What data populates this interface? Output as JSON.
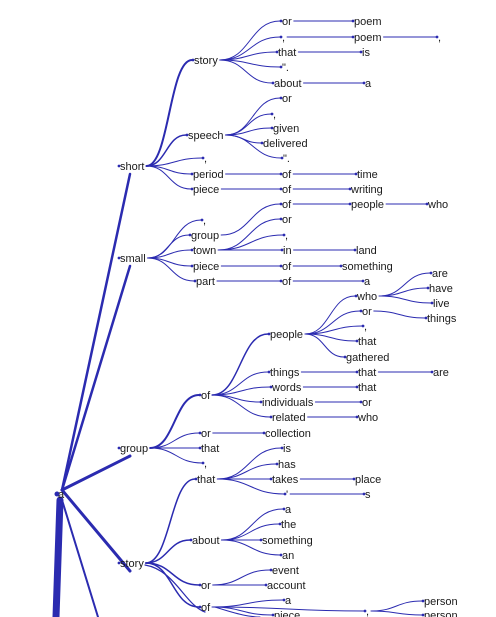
{
  "tree": {
    "edge_color": "#2b2bb0",
    "label_color": "#1a1a1a",
    "nodes": [
      {
        "id": "a",
        "label": "a",
        "parent": null,
        "w": 9
      },
      {
        "id": "short",
        "label": "short",
        "parent": "a",
        "w": 2.5
      },
      {
        "id": "small",
        "label": "small",
        "parent": "a",
        "w": 2.5
      },
      {
        "id": "group",
        "label": "group",
        "parent": "a",
        "w": 3
      },
      {
        "id": "story2",
        "label": "story",
        "parent": "a",
        "w": 3
      },
      {
        "id": "story1",
        "label": "story",
        "parent": "short",
        "w": 2
      },
      {
        "id": "speech",
        "label": "speech",
        "parent": "short",
        "w": 1.5
      },
      {
        "id": "short_comma",
        "label": ",",
        "parent": "short",
        "w": 1
      },
      {
        "id": "period",
        "label": "period",
        "parent": "short",
        "w": 1
      },
      {
        "id": "piece1",
        "label": "piece",
        "parent": "short",
        "w": 1
      },
      {
        "id": "s1_or",
        "label": "or",
        "parent": "story1",
        "w": 1
      },
      {
        "id": "s1_or_poem",
        "label": "poem",
        "parent": "s1_or",
        "w": 1
      },
      {
        "id": "s1_comma",
        "label": ",",
        "parent": "story1",
        "w": 1
      },
      {
        "id": "s1_comma_poem",
        "label": "poem",
        "parent": "s1_comma",
        "w": 1
      },
      {
        "id": "s1_comma_poem_comma",
        "label": ",",
        "parent": "s1_comma_poem",
        "w": 1
      },
      {
        "id": "s1_that",
        "label": "that",
        "parent": "story1",
        "w": 1
      },
      {
        "id": "s1_that_is",
        "label": "is",
        "parent": "s1_that",
        "w": 1
      },
      {
        "id": "s1_quote",
        "label": "\".",
        "parent": "story1",
        "w": 1
      },
      {
        "id": "s1_about",
        "label": "about",
        "parent": "story1",
        "w": 1
      },
      {
        "id": "s1_about_a",
        "label": "a",
        "parent": "s1_about",
        "w": 1
      },
      {
        "id": "sp_or",
        "label": "or",
        "parent": "speech",
        "w": 1
      },
      {
        "id": "sp_comma",
        "label": ",",
        "parent": "speech",
        "w": 1
      },
      {
        "id": "sp_given",
        "label": "given",
        "parent": "speech",
        "w": 1
      },
      {
        "id": "sp_delivered",
        "label": "delivered",
        "parent": "speech",
        "w": 1
      },
      {
        "id": "sp_quote",
        "label": "\".",
        "parent": "speech",
        "w": 1
      },
      {
        "id": "period_of",
        "label": "of",
        "parent": "period",
        "w": 1
      },
      {
        "id": "period_of_time",
        "label": "time",
        "parent": "period_of",
        "w": 1
      },
      {
        "id": "piece1_of",
        "label": "of",
        "parent": "piece1",
        "w": 1
      },
      {
        "id": "piece1_of_writing",
        "label": "writing",
        "parent": "piece1_of",
        "w": 1
      },
      {
        "id": "sm_comma",
        "label": ",",
        "parent": "small",
        "w": 1
      },
      {
        "id": "sm_group",
        "label": "group",
        "parent": "small",
        "w": 1
      },
      {
        "id": "sm_town",
        "label": "town",
        "parent": "small",
        "w": 1
      },
      {
        "id": "sm_piece",
        "label": "piece",
        "parent": "small",
        "w": 1
      },
      {
        "id": "sm_part",
        "label": "part",
        "parent": "small",
        "w": 1
      },
      {
        "id": "smg_of",
        "label": "of",
        "parent": "sm_group",
        "w": 1
      },
      {
        "id": "smg_of_people",
        "label": "people",
        "parent": "smg_of",
        "w": 1
      },
      {
        "id": "smg_of_people_who",
        "label": "who",
        "parent": "smg_of_people",
        "w": 1
      },
      {
        "id": "smt_or",
        "label": "or",
        "parent": "sm_town",
        "w": 1
      },
      {
        "id": "smt_comma",
        "label": ",",
        "parent": "sm_town",
        "w": 1
      },
      {
        "id": "smt_in",
        "label": "in",
        "parent": "sm_town",
        "w": 1
      },
      {
        "id": "smt_in_land",
        "label": "land",
        "parent": "smt_in",
        "w": 1
      },
      {
        "id": "smp_of",
        "label": "of",
        "parent": "sm_piece",
        "w": 1
      },
      {
        "id": "smp_of_something",
        "label": "something",
        "parent": "smp_of",
        "w": 1
      },
      {
        "id": "smpa_of",
        "label": "of",
        "parent": "sm_part",
        "w": 1
      },
      {
        "id": "smpa_of_a",
        "label": "a",
        "parent": "smpa_of",
        "w": 1
      },
      {
        "id": "g_of",
        "label": "of",
        "parent": "group",
        "w": 2
      },
      {
        "id": "g_or",
        "label": "or",
        "parent": "group",
        "w": 1
      },
      {
        "id": "g_or_collection",
        "label": "collection",
        "parent": "g_or",
        "w": 1
      },
      {
        "id": "g_that",
        "label": "that",
        "parent": "group",
        "w": 1
      },
      {
        "id": "g_comma",
        "label": ",",
        "parent": "group",
        "w": 1
      },
      {
        "id": "gof_people",
        "label": "people",
        "parent": "g_of",
        "w": 1.5
      },
      {
        "id": "gof_things",
        "label": "things",
        "parent": "g_of",
        "w": 1
      },
      {
        "id": "gof_words",
        "label": "words",
        "parent": "g_of",
        "w": 1
      },
      {
        "id": "gof_individuals",
        "label": "individuals",
        "parent": "g_of",
        "w": 1
      },
      {
        "id": "gof_related",
        "label": "related",
        "parent": "g_of",
        "w": 1
      },
      {
        "id": "pp_who",
        "label": "who",
        "parent": "gof_people",
        "w": 1
      },
      {
        "id": "pp_or",
        "label": "or",
        "parent": "gof_people",
        "w": 1
      },
      {
        "id": "pp_comma",
        "label": ",",
        "parent": "gof_people",
        "w": 1
      },
      {
        "id": "pp_that",
        "label": "that",
        "parent": "gof_people",
        "w": 1
      },
      {
        "id": "pp_gathered",
        "label": "gathered",
        "parent": "gof_people",
        "w": 1
      },
      {
        "id": "who_are",
        "label": "are",
        "parent": "pp_who",
        "w": 1
      },
      {
        "id": "who_have",
        "label": "have",
        "parent": "pp_who",
        "w": 1
      },
      {
        "id": "who_live",
        "label": "live",
        "parent": "pp_who",
        "w": 1
      },
      {
        "id": "or_things",
        "label": "things",
        "parent": "pp_or",
        "w": 1
      },
      {
        "id": "th_that",
        "label": "that",
        "parent": "gof_things",
        "w": 1
      },
      {
        "id": "th_that_are",
        "label": "are",
        "parent": "th_that",
        "w": 1
      },
      {
        "id": "wd_that",
        "label": "that",
        "parent": "gof_words",
        "w": 1
      },
      {
        "id": "ind_or",
        "label": "or",
        "parent": "gof_individuals",
        "w": 1
      },
      {
        "id": "rel_who",
        "label": "who",
        "parent": "gof_related",
        "w": 1
      },
      {
        "id": "st_that",
        "label": "that",
        "parent": "story2",
        "w": 1.5
      },
      {
        "id": "st_about",
        "label": "about",
        "parent": "story2",
        "w": 1.5
      },
      {
        "id": "st_or",
        "label": "or",
        "parent": "story2",
        "w": 1.5
      },
      {
        "id": "st_of",
        "label": "of",
        "parent": "story2",
        "w": 1.5
      },
      {
        "id": "stt_is",
        "label": "is",
        "parent": "st_that",
        "w": 1
      },
      {
        "id": "stt_has",
        "label": "has",
        "parent": "st_that",
        "w": 1
      },
      {
        "id": "stt_takes",
        "label": "takes",
        "parent": "st_that",
        "w": 1
      },
      {
        "id": "stt_takes_place",
        "label": "place",
        "parent": "stt_takes",
        "w": 1
      },
      {
        "id": "stt_apos",
        "label": "'",
        "parent": "st_that",
        "w": 1
      },
      {
        "id": "stt_apos_s",
        "label": "s",
        "parent": "stt_apos",
        "w": 1
      },
      {
        "id": "sta_a",
        "label": "a",
        "parent": "st_about",
        "w": 1
      },
      {
        "id": "sta_the",
        "label": "the",
        "parent": "st_about",
        "w": 1
      },
      {
        "id": "sta_something",
        "label": "something",
        "parent": "st_about",
        "w": 1
      },
      {
        "id": "sta_an",
        "label": "an",
        "parent": "st_about",
        "w": 1
      },
      {
        "id": "sto_event",
        "label": "event",
        "parent": "st_or",
        "w": 1
      },
      {
        "id": "sto_account",
        "label": "account",
        "parent": "st_or",
        "w": 1
      },
      {
        "id": "stof_a",
        "label": "a",
        "parent": "st_of",
        "w": 1
      },
      {
        "id": "stof_piece",
        "label": "piece",
        "parent": "st_of",
        "w": 1
      },
      {
        "id": "stof_comma",
        "label": ",",
        "parent": "st_of",
        "w": 1
      },
      {
        "id": "stof_person1",
        "label": "person",
        "parent": "stof_comma",
        "w": 1
      },
      {
        "id": "stof_person2",
        "label": "person",
        "parent": "stof_comma",
        "w": 1
      }
    ]
  }
}
